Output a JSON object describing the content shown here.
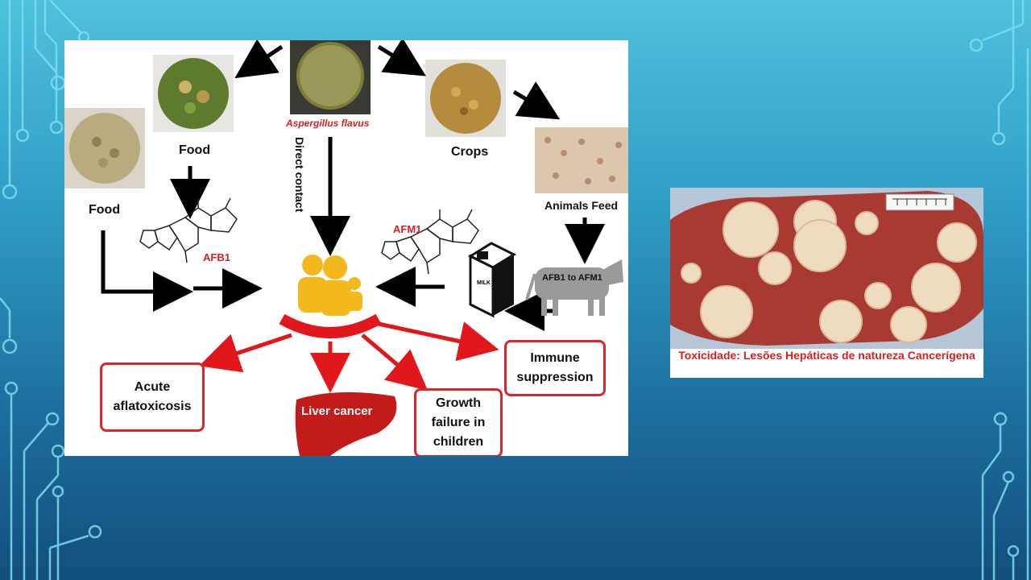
{
  "diagram": {
    "source_label": "Aspergillus flavus",
    "food_label_1": "Food",
    "food_label_2": "Food",
    "crops_label": "Crops",
    "animals_feed_label": "Animals Feed",
    "direct_contact_label": "Direct contact",
    "afb1_label": "AFB1",
    "afm1_label": "AFM1",
    "cow_label": "AFB1 to AFM1",
    "milk_label": "MILK",
    "effects": {
      "acute": "Acute aflatoxicosis",
      "liver": "Liver cancer",
      "growth": "Growth failure in children",
      "immune": "Immune suppression"
    },
    "colors": {
      "arrow": "#000000",
      "effect": "#e2171c",
      "people": "#f2b81c"
    }
  },
  "liver_image": {
    "caption": "Toxicidade: Lesões Hepáticas de natureza Cancerígena"
  }
}
